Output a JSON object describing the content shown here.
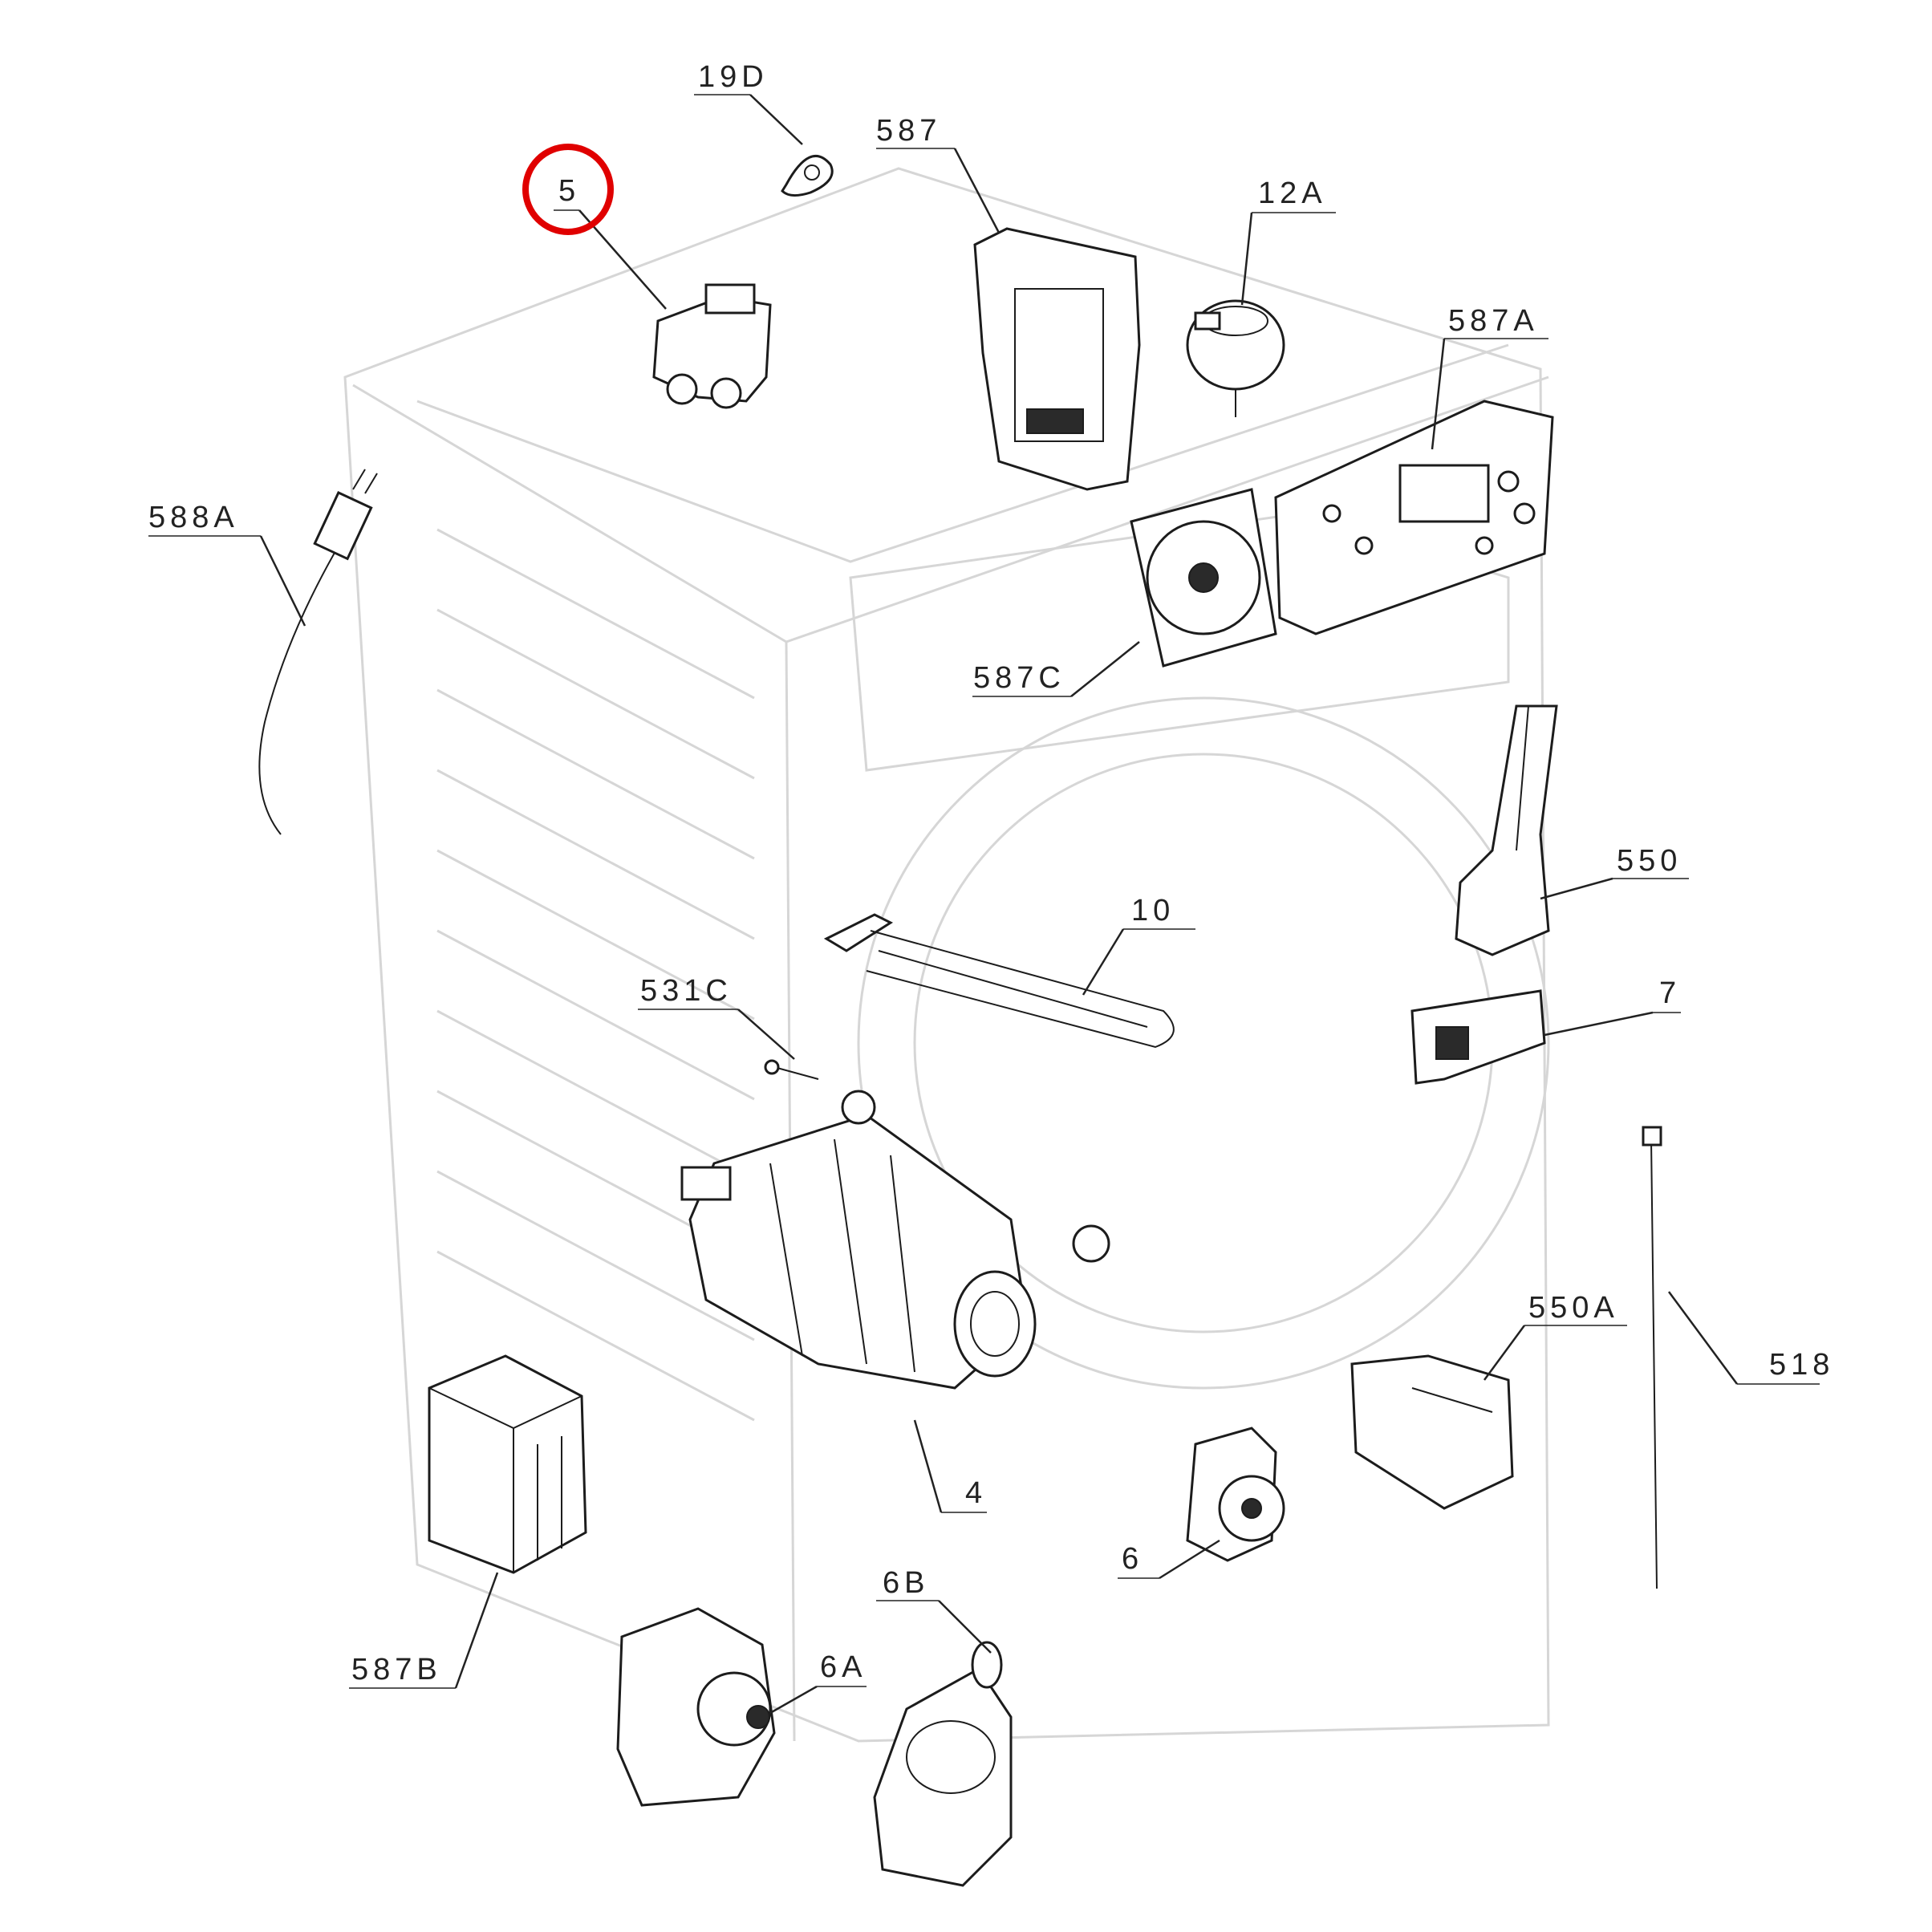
{
  "diagram": {
    "callouts": [
      {
        "id": "19d",
        "label": "19D"
      },
      {
        "id": "587",
        "label": "587"
      },
      {
        "id": "5",
        "label": "5"
      },
      {
        "id": "12a",
        "label": "12A"
      },
      {
        "id": "587a",
        "label": "587A"
      },
      {
        "id": "588a",
        "label": "588A"
      },
      {
        "id": "587c",
        "label": "587C"
      },
      {
        "id": "550",
        "label": "550"
      },
      {
        "id": "10",
        "label": "10"
      },
      {
        "id": "531c",
        "label": "531C"
      },
      {
        "id": "7",
        "label": "7"
      },
      {
        "id": "518",
        "label": "518"
      },
      {
        "id": "550a",
        "label": "550A"
      },
      {
        "id": "4",
        "label": "4"
      },
      {
        "id": "6",
        "label": "6"
      },
      {
        "id": "587b",
        "label": "587B"
      },
      {
        "id": "6b",
        "label": "6B"
      },
      {
        "id": "6a",
        "label": "6A"
      }
    ],
    "highlight": {
      "target": "5",
      "color": "#e00000"
    },
    "line_color": "#222222",
    "ghost_color": "#d6d6d6"
  }
}
